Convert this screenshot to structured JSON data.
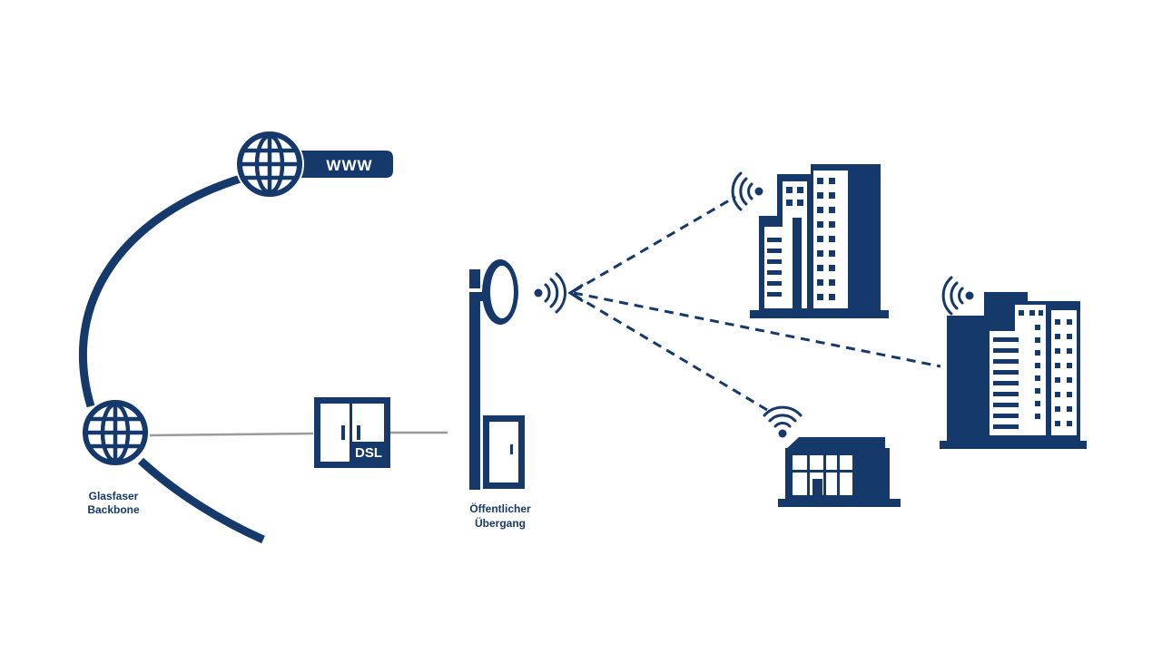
{
  "colors": {
    "primary": "#14396a",
    "cable": "#9a9a9a",
    "background": "#ffffff"
  },
  "internet": {
    "icon": "globe-icon",
    "tag": "WWW"
  },
  "backbone": {
    "icon": "globe-icon",
    "label_line1": "Glasfaser",
    "label_line2": "Backbone"
  },
  "dsl_box": {
    "icon": "cabinet-icon",
    "label": "DSL"
  },
  "gateway": {
    "icon": "antenna-mast-icon",
    "label_line1": "Öffentlicher",
    "label_line2": "Übergang"
  },
  "buildings": [
    {
      "icon": "highrise-building-icon"
    },
    {
      "icon": "office-tower-icon"
    },
    {
      "icon": "low-office-building-icon"
    }
  ]
}
